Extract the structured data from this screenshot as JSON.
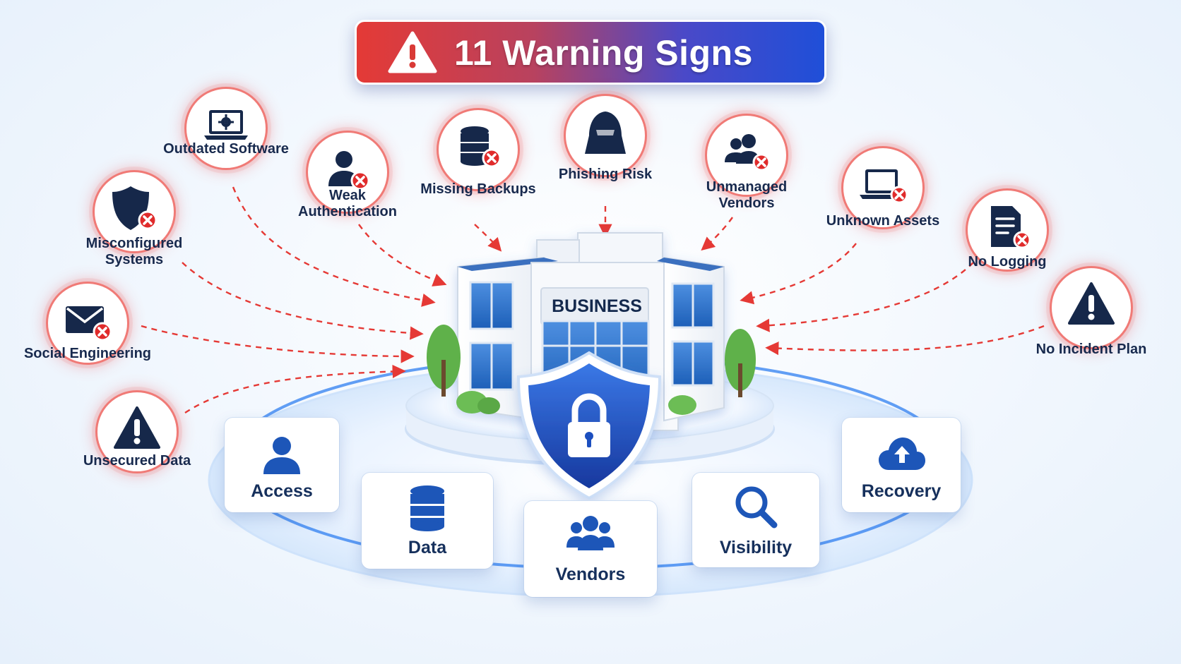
{
  "title": "11 Warning Signs",
  "center_label": "BUSINESS",
  "warning_signs": [
    {
      "label": "Outdated Software",
      "icon": "laptop-gear-icon"
    },
    {
      "label": "Weak Authentication",
      "icon": "user-x-icon"
    },
    {
      "label": "Missing Backups",
      "icon": "database-x-icon"
    },
    {
      "label": "Phishing Risk",
      "icon": "hooded-hacker-icon"
    },
    {
      "label": "Unmanaged Vendors",
      "icon": "group-x-icon"
    },
    {
      "label": "Unknown Assets",
      "icon": "laptop-x-icon"
    },
    {
      "label": "No Logging",
      "icon": "document-x-icon"
    },
    {
      "label": "No Incident Plan",
      "icon": "warning-triangle-icon"
    },
    {
      "label": "Misconfigured Systems",
      "icon": "shield-x-icon"
    },
    {
      "label": "Social Engineering",
      "icon": "envelope-x-icon"
    },
    {
      "label": "Unsecured Data",
      "icon": "warning-triangle-icon"
    }
  ],
  "pillars": [
    {
      "label": "Access",
      "icon": "user-icon"
    },
    {
      "label": "Data",
      "icon": "database-icon"
    },
    {
      "label": "Vendors",
      "icon": "group-icon"
    },
    {
      "label": "Visibility",
      "icon": "magnifier-icon"
    },
    {
      "label": "Recovery",
      "icon": "cloud-upload-icon"
    }
  ],
  "colors": {
    "title_gradient_start": "#e43a36",
    "title_gradient_end": "#1f4fd8",
    "warning_ring": "#f07a76",
    "arrow": "#e53935",
    "icon_navy": "#16284a",
    "badge_red": "#e02b2b",
    "shield_blue": "#1f4fbf",
    "pillar_icon_blue": "#1d56b8"
  }
}
